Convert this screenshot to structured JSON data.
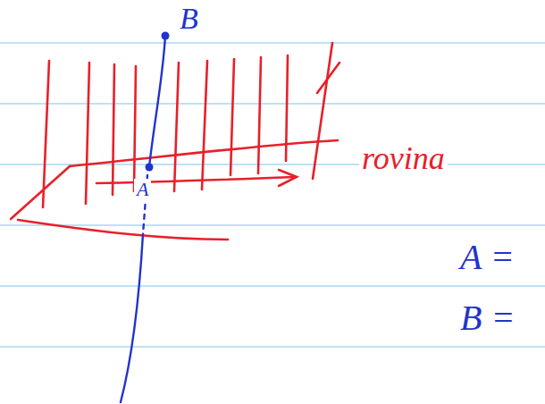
{
  "diagram": {
    "labels": [
      "B",
      "A",
      "rovina",
      "A =",
      "B ="
    ]
  }
}
